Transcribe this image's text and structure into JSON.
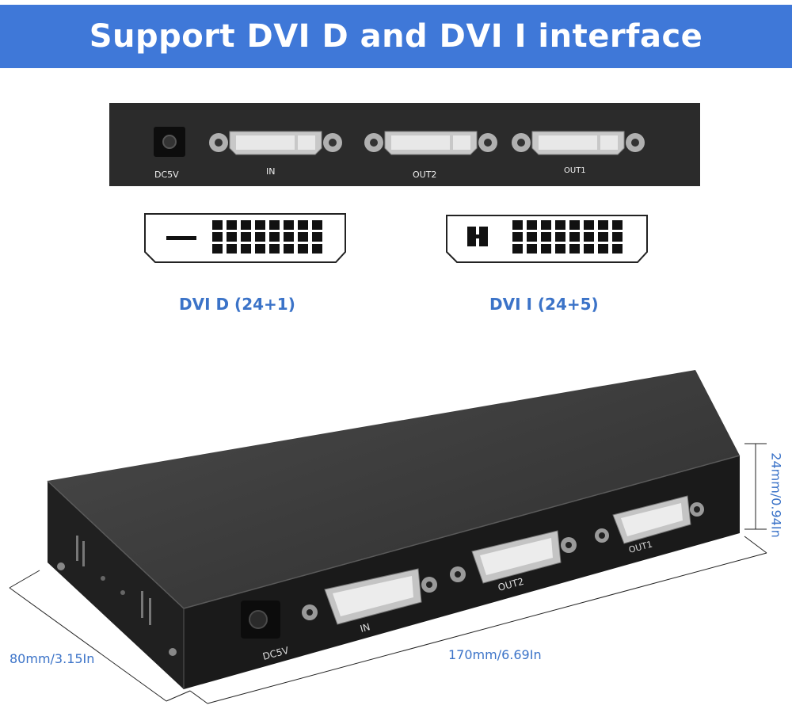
{
  "banner": {
    "title": "Support DVI D and DVI I interface"
  },
  "rear_panel": {
    "power_label": "DC5V",
    "ports": [
      {
        "label": "IN"
      },
      {
        "label": "OUT2"
      },
      {
        "label": "OUT1"
      }
    ]
  },
  "pinouts": [
    {
      "label": "DVI D (24+1)"
    },
    {
      "label": "DVI I (24+5)"
    }
  ],
  "device": {
    "power_label": "DC5V",
    "ports": [
      {
        "label": "IN"
      },
      {
        "label": "OUT2"
      },
      {
        "label": "OUT1"
      }
    ]
  },
  "dimensions": {
    "depth": "80mm/3.15In",
    "width": "170mm/6.69In",
    "height": "24mm/0.94In"
  },
  "colors": {
    "banner": "#3f78d8",
    "label_blue": "#3b73c8",
    "panel": "#2b2b2b"
  }
}
